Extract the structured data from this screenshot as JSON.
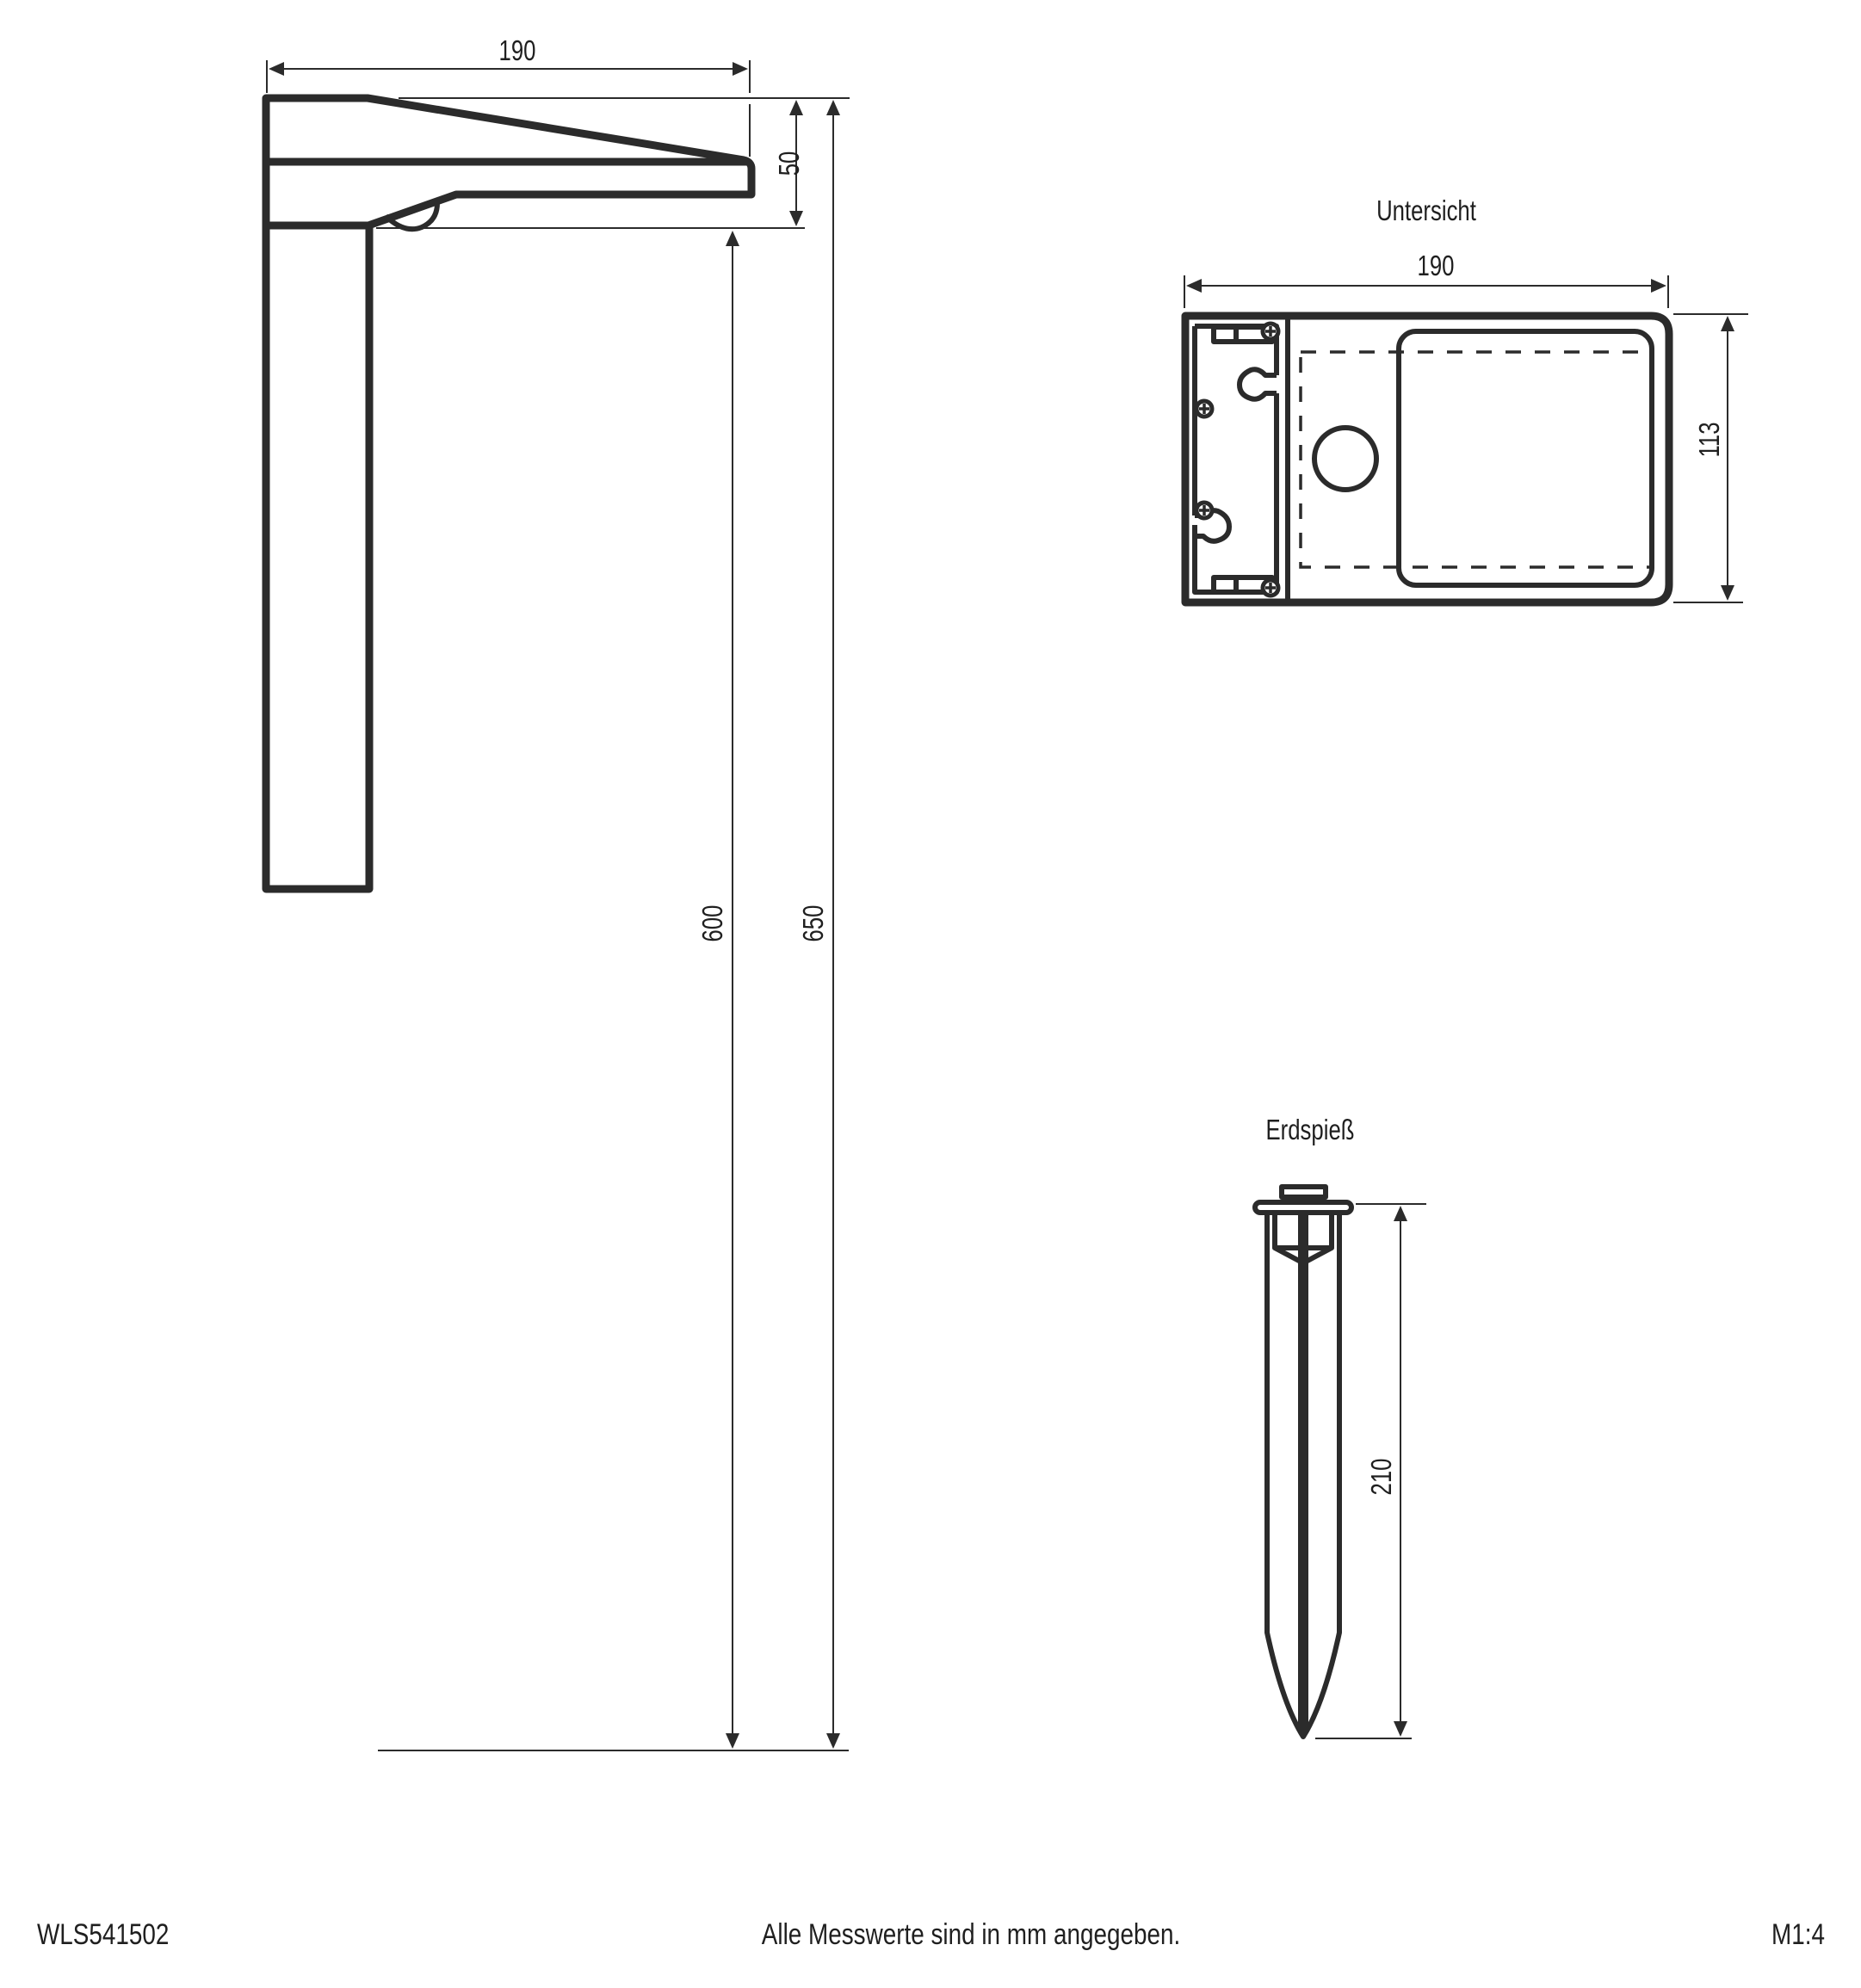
{
  "drawing": {
    "type": "technical-dimension-drawing",
    "unit": "mm",
    "side_view": {
      "dimensions": {
        "arm_width": "190",
        "head_height": "50",
        "pole_height": "600",
        "total_height": "650"
      }
    },
    "bottom_view": {
      "title": "Untersicht",
      "dimensions": {
        "width": "190",
        "depth": "113"
      }
    },
    "ground_spike": {
      "title": "Erdspieß",
      "dimensions": {
        "length": "210"
      }
    }
  },
  "footer": {
    "article_number": "WLS541502",
    "note": "Alle Messwerte sind in mm angegeben.",
    "scale": "M1:4"
  },
  "colors": {
    "line": "#2b2b2b",
    "background": "#ffffff"
  }
}
